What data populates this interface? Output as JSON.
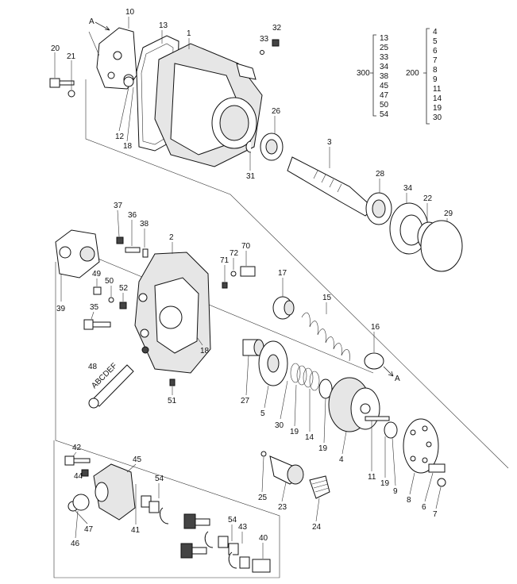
{
  "title": "",
  "labels": {
    "A_top": "A",
    "A_right": "A",
    "p10": "10",
    "p13": "13",
    "p1": "1",
    "p33": "33",
    "p32": "32",
    "p20": "20",
    "p21": "21",
    "p12": "12",
    "p18_top": "18",
    "p26": "26",
    "p31": "31",
    "p3": "3",
    "p28": "28",
    "p34": "34",
    "p22": "22",
    "p29": "29",
    "p37": "37",
    "p36": "36",
    "p38": "38",
    "p2": "2",
    "p72": "72",
    "p70": "70",
    "p71": "71",
    "p49": "49",
    "p50": "50",
    "p52": "52",
    "p35": "35",
    "p17": "17",
    "p15": "15",
    "p18_mid": "18",
    "p16": "16",
    "p39": "39",
    "p48": "48",
    "letters": "ABCDEF",
    "p51": "51",
    "p27": "27",
    "p5": "5",
    "p30": "30",
    "p19a": "19",
    "p14": "14",
    "p19b": "19",
    "p4": "4",
    "p11": "11",
    "p19c": "19",
    "p9": "9",
    "p8": "8",
    "p6": "6",
    "p7": "7",
    "p42": "42",
    "p45": "45",
    "p44": "44",
    "p54a": "54",
    "p47": "47",
    "p46": "46",
    "p41": "41",
    "p54b": "54",
    "p43": "43",
    "p40": "40",
    "p25": "25",
    "p23": "23",
    "p24": "24"
  },
  "groups": {
    "g300": {
      "label": "300",
      "items": [
        "13",
        "25",
        "33",
        "34",
        "38",
        "45",
        "47",
        "50",
        "54"
      ]
    },
    "g200": {
      "label": "200",
      "items": [
        "4",
        "5",
        "6",
        "7",
        "8",
        "9",
        "11",
        "14",
        "19",
        "30"
      ]
    }
  }
}
